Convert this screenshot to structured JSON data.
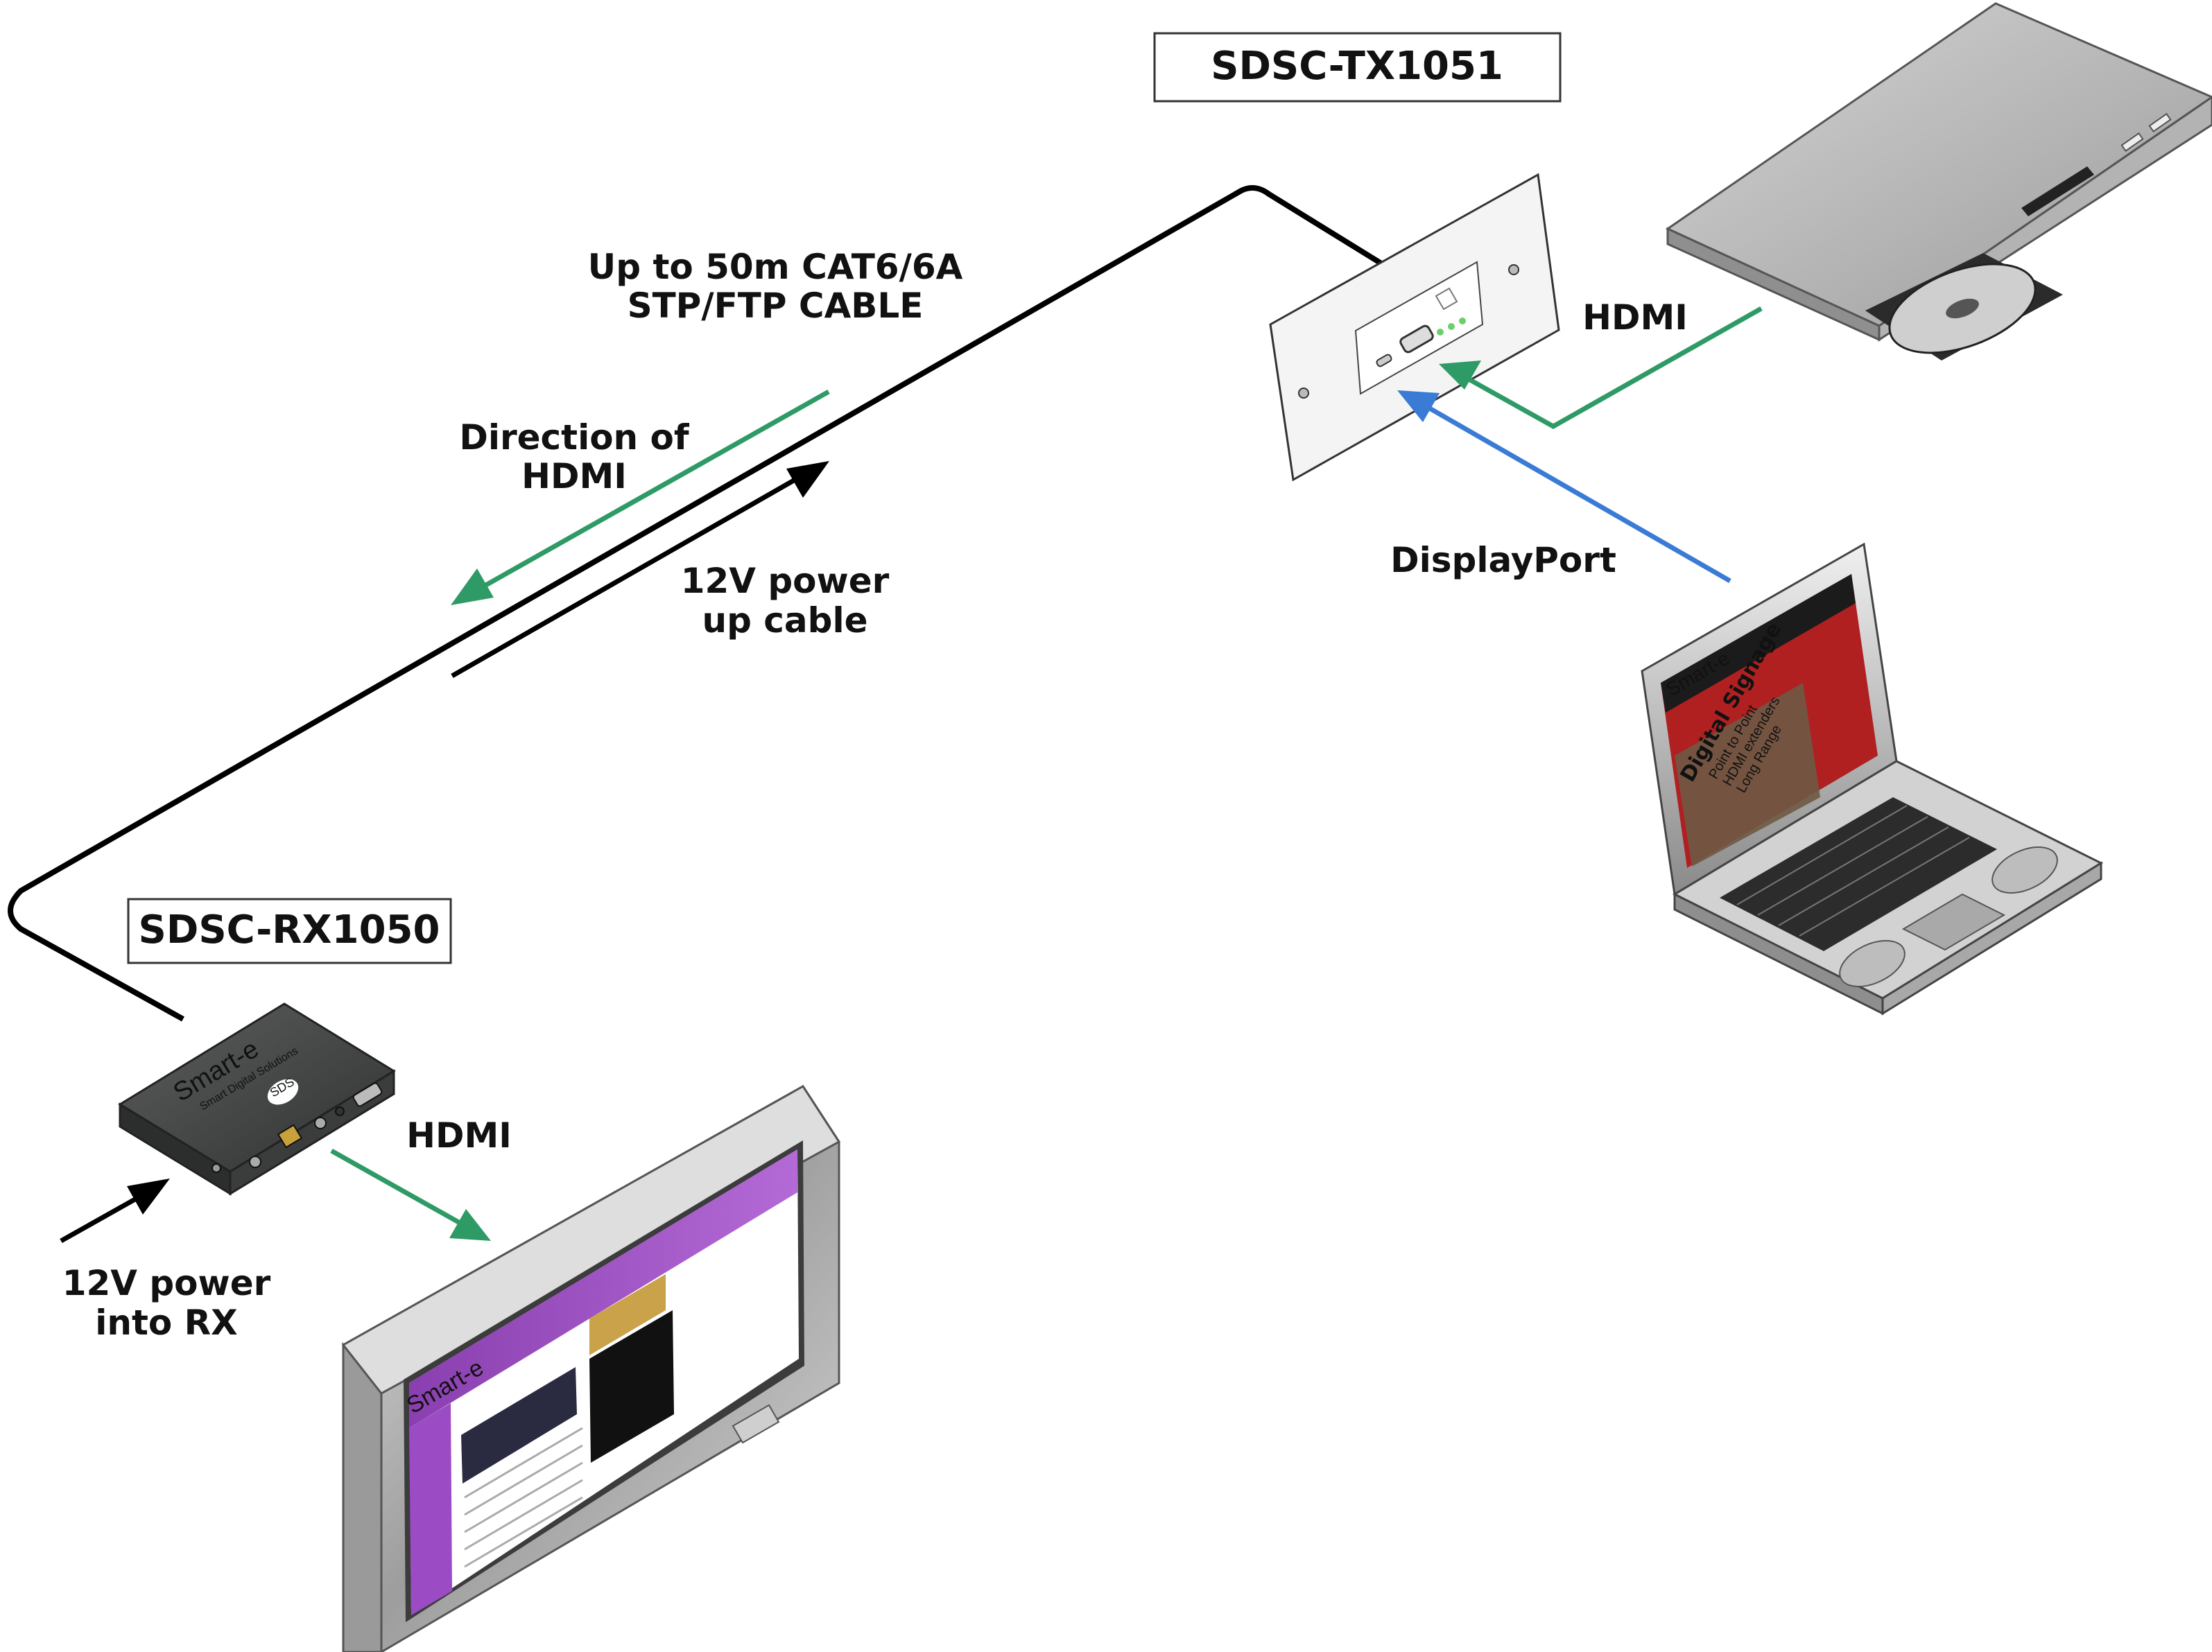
{
  "devices": {
    "transmitter": {
      "model": "SDSC-TX1051"
    },
    "receiver": {
      "model": "SDSC-RX1050"
    },
    "rx_brand": {
      "logo_text": "Smart-e",
      "tagline": "Smart Digital Solutions",
      "badge": "SDS"
    },
    "laptop_screen": {
      "brand": "Smart-e",
      "headline": "Digital Signage",
      "sub1": "Point to Point",
      "sub2": "HDMI extenders",
      "sub3": "Long Range"
    },
    "tv_screen": {
      "brand": "Smart-e"
    }
  },
  "labels": {
    "cable_line1": "Up to 50m CAT6/6A",
    "cable_line2": "STP/FTP CABLE",
    "direction_line1": "Direction of",
    "direction_line2": "HDMI",
    "power_up_line1": "12V power",
    "power_up_line2": "up cable",
    "dvd_hdmi": "HDMI",
    "displayport": "DisplayPort",
    "rx_hdmi": "HDMI",
    "power_rx_line1": "12V power",
    "power_rx_line2": "into RX"
  },
  "colors": {
    "hdmi_arrow": "#2e9a65",
    "displayport_arrow": "#3a7bd5",
    "cable": "#000000"
  }
}
